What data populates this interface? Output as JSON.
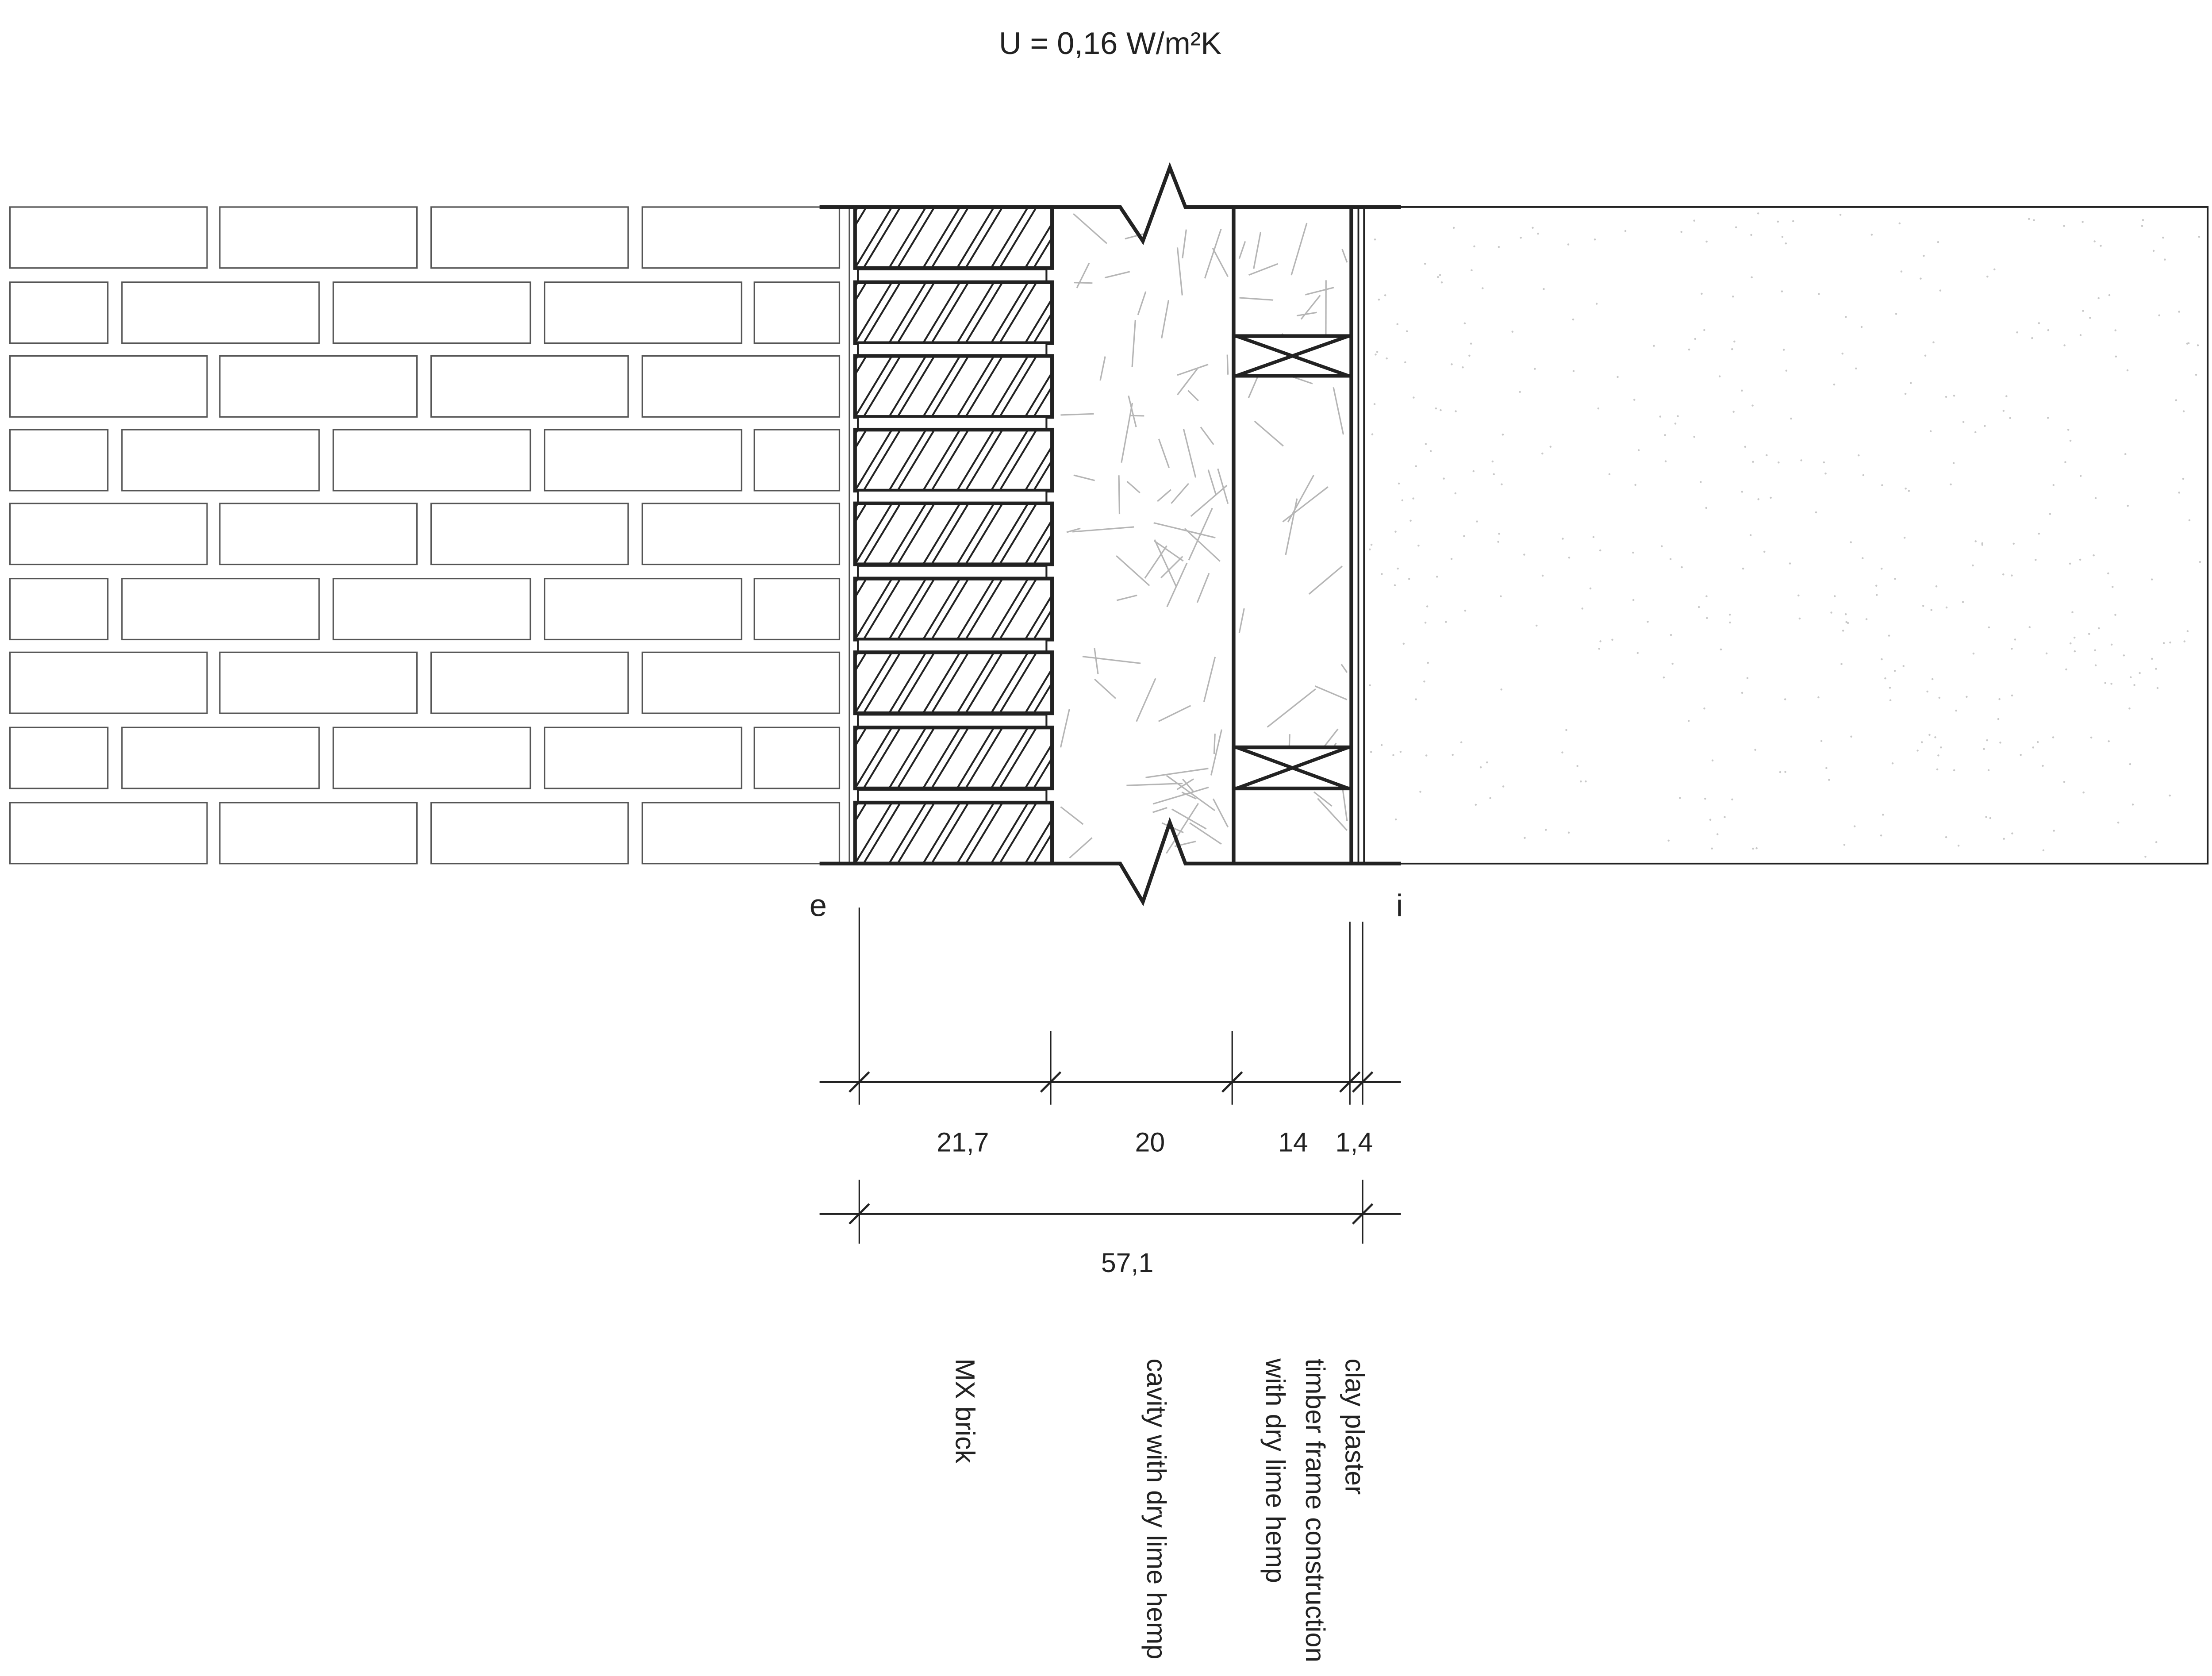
{
  "title": "U = 0,16 W/m²K",
  "side_labels": {
    "exterior": "e",
    "interior": "i"
  },
  "dimensions": {
    "segments": [
      "21,7",
      "20",
      "14",
      "1,4"
    ],
    "total": "57,1"
  },
  "layer_labels": {
    "brick": "MX brick",
    "cavity": "cavity with dry lime hemp",
    "plaster": "clay plaster",
    "timber_1": "timber frame construction",
    "timber_2": "with dry lime hemp"
  },
  "colors": {
    "line": "#222222",
    "hemp": "#b5b5b5",
    "brick_outline": "#555555"
  }
}
